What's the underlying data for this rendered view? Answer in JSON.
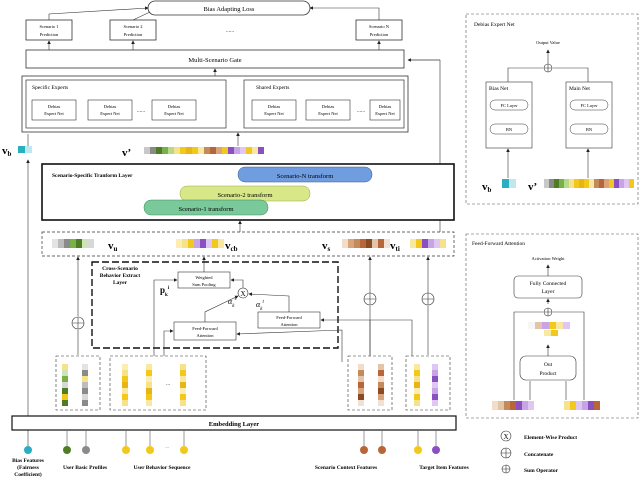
{
  "top": {
    "loss": "Bias Adapting Loss",
    "pred1": [
      "Scenario 1",
      "Prediction"
    ],
    "pred2": [
      "Scenario 2",
      "Prediction"
    ],
    "predN": [
      "Scenario N",
      "Prediction"
    ],
    "gate": "Multi-Scenario Gate",
    "specific": "Specific Experts",
    "shared": "Shared Experts",
    "expert": [
      "Debias",
      "Expert  Net"
    ],
    "dots": "......"
  },
  "vectors": {
    "vb": "v",
    "vb_sub": "b",
    "vprime": "v’",
    "vu": "v",
    "vu_sub": "u",
    "vcb": "v",
    "vcb_sub": "cb",
    "vs": "v",
    "vs_sub": "s",
    "vti": "v",
    "vti_sub": "ti"
  },
  "transform": {
    "title": "Scenario-Specific Tranform Layer",
    "n": "Scenario-N transform",
    "two": "Scenario-2 transform",
    "one": "Scenario-1 transform"
  },
  "cross": {
    "title": [
      "Cross-Scenario",
      "Behavior Extract",
      "Layer"
    ],
    "weighted": [
      "Weighted",
      "Sum Pooling"
    ],
    "ff1": [
      "Feed-Forward",
      "Attention"
    ],
    "ff2": [
      "Feed-Forward",
      "Attention"
    ],
    "pk": "p",
    "pk_sub": "k",
    "pk_sup": "i",
    "as": "α",
    "as_sub": "k",
    "as_sup": "s",
    "at": "α",
    "at_sub": "k",
    "at_sup": "t"
  },
  "embedding": "Embedding Layer",
  "bottom": {
    "bias": [
      "Bias Features",
      "(Fairness",
      "Coefficient)"
    ],
    "profiles": "User Basic Profiles",
    "behavior": "User Behavior Sequence",
    "context": "Scenario Context Features",
    "target": "Target Item Features",
    "dots": "..."
  },
  "debias_net": {
    "title": "Debias Expert Net",
    "output": "Output Value",
    "bias_net": "Bias Net",
    "main_net": "Main Net",
    "fc": "FC Layer",
    "bn": "BN",
    "vb": "v",
    "vb_sub": "b",
    "vprime": "v’"
  },
  "ffa": {
    "title": "Feed-Forward Attention",
    "weight": "Activation Weight",
    "fcl": [
      "Fully Connected",
      "Layer"
    ],
    "out": [
      "Out",
      "Product"
    ]
  },
  "legend": {
    "ewp": "Element-Wise Product",
    "concat": "Concatenate",
    "sum": "Sum Operator"
  },
  "colors": {
    "teal": "#2aaec2",
    "green_dark": "#4e7d23",
    "grey": "#8a8a8a",
    "yellow": "#f2c81a",
    "brown": "#b8653a",
    "purple": "#8a4fc0",
    "ellipse_blue": "#6f9de0",
    "ellipse_yellow": "#d8e888",
    "ellipse_green": "#79c99a"
  }
}
